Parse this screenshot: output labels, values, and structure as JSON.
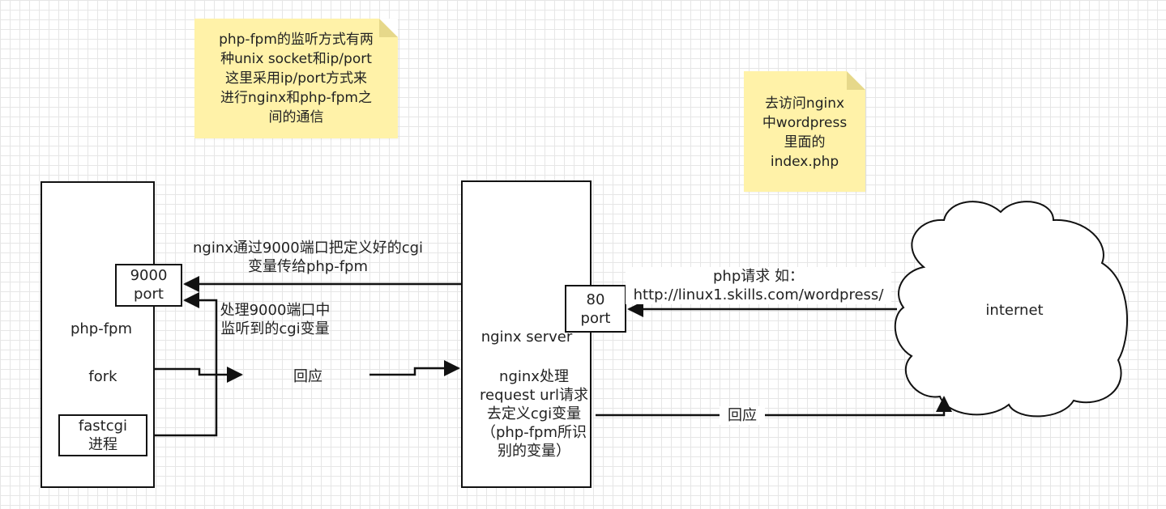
{
  "notes": {
    "fpm_listen": "php-fpm的监听方式有两\n种unix socket和ip/port\n这里采用ip/port方式来\n进行nginx和php-fpm之\n间的通信",
    "access": "去访问nginx\n中wordpress\n里面的\nindex.php"
  },
  "nodes": {
    "php_fpm": "php-fpm",
    "fork": "fork",
    "fastcgi": "fastcgi\n进程",
    "port_9000": "9000\nport",
    "nginx_server": "nginx server",
    "nginx_process": "nginx处理\nrequest url请求\n去定义cgi变量\n（php-fpm所识\n别的变量）",
    "port_80": "80\nport",
    "internet": "internet"
  },
  "edges": {
    "nginx_to_fpm": "nginx通过9000端口把定义好的cgi\n变量传给php-fpm",
    "fpm_listen_process": "处理9000端口中\n监听到的cgi变量",
    "reply_fpm_to_nginx": "回应",
    "php_request": "php请求 如：\nhttp://linux1.skills.com/wordpress/",
    "reply_nginx_to_internet": "回应"
  },
  "colors": {
    "note_fill": "#fff2a8",
    "note_fold": "#e6d88a",
    "stroke": "#111111",
    "grid": "#e6e6e6"
  }
}
